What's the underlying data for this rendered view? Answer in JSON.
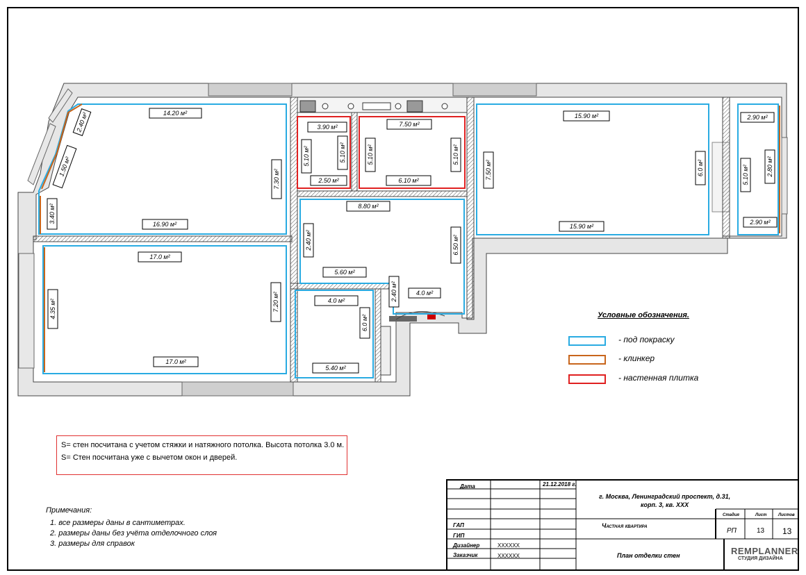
{
  "plan": {
    "areas": [
      {
        "text": "14.20 м²"
      },
      {
        "text": "16.90 м²"
      },
      {
        "text": "7.30 м²"
      },
      {
        "text": "2.40 м²"
      },
      {
        "text": "1.50 м²"
      },
      {
        "text": "3.40 м²"
      },
      {
        "text": "3.90 м²"
      },
      {
        "text": "5.10 м²"
      },
      {
        "text": "5.10 м²"
      },
      {
        "text": "2.50 м²"
      },
      {
        "text": "7.50 м²"
      },
      {
        "text": "5.10 м²"
      },
      {
        "text": "5.10 м²"
      },
      {
        "text": "6.10 м²"
      },
      {
        "text": "15.90 м²"
      },
      {
        "text": "7.50 м²"
      },
      {
        "text": "6.0 м²"
      },
      {
        "text": "15.90 м²"
      },
      {
        "text": "2.90 м²"
      },
      {
        "text": "5.10 м²"
      },
      {
        "text": "2.80 м²"
      },
      {
        "text": "2.90 м²"
      },
      {
        "text": "8.80 м²"
      },
      {
        "text": "2.40 м²"
      },
      {
        "text": "6.50 м²"
      },
      {
        "text": "5.60 м²"
      },
      {
        "text": "2.40 м²"
      },
      {
        "text": "4.0 м²"
      },
      {
        "text": "17.0 м²"
      },
      {
        "text": "4.35 м²"
      },
      {
        "text": "7.20 м²"
      },
      {
        "text": "17.0 м²"
      },
      {
        "text": "4.0 м²"
      },
      {
        "text": "6.0 м²"
      },
      {
        "text": "5.40 м²"
      }
    ]
  },
  "legend": {
    "title": "Условные обозначения.",
    "items": [
      {
        "label": "- под покраску",
        "color": "#29abe2"
      },
      {
        "label": "- клинкер",
        "color": "#c8651b"
      },
      {
        "label": "- настенная плитка",
        "color": "#e02020"
      }
    ]
  },
  "note_box": {
    "line1": "S= стен посчитана с учетом стяжки и натяжного потолка. Высота потолка  3.0 м.",
    "line2": "S= Стен посчитана уже с вычетом окон и дверей."
  },
  "remarks": {
    "title": "Примечания:",
    "items": [
      "1.  все размеры даны в сантиметрах.",
      "2.  размеры даны без учёта отделочного слоя",
      "3.  размеры для справок"
    ]
  },
  "stamp": {
    "date_label": "Дата",
    "date_value": "21.12.2018 г.",
    "address": "г. Москва, Ленинградский проспект, д.31,",
    "address2": "корп. 3, кв. XXX",
    "gap": "ГАП",
    "gip": "ГИП",
    "designer_label": "Дизайнер",
    "designer_value": "XXXXXX",
    "client_label": "Заказчик",
    "client_value": "XXXXXX",
    "project": "Частная квартира",
    "stage_label": "Стадия",
    "sheet_label": "Лист",
    "sheets_label": "Листов",
    "stage": "РП",
    "sheet": "13",
    "sheets": "13",
    "drawing_title": "План отделки стен",
    "logo": "REMPLANNER",
    "logo_sub": "СТУДИЯ ДИЗАЙНА"
  }
}
